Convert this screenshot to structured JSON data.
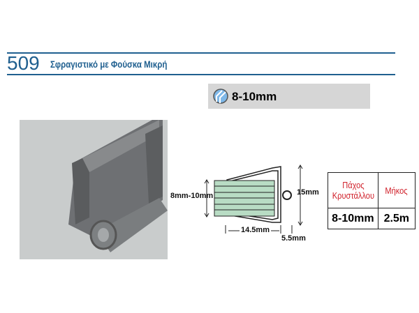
{
  "header": {
    "code": "509",
    "title": "Σφραγιστικό με Φούσκα Μικρή"
  },
  "glass_thickness": {
    "icon": "glass-icon",
    "value": "8-10mm"
  },
  "diagram": {
    "height_label": "8mm-10mm",
    "total_height": "15mm",
    "width_label": "14.5mm",
    "bubble_label": "5.5mm",
    "glass_color": "#b8dcc4"
  },
  "spec_table": {
    "headers": [
      "Πάχος Κρυστάλλου",
      "Μήκος"
    ],
    "values": [
      "8-10mm",
      "2.5m"
    ]
  }
}
